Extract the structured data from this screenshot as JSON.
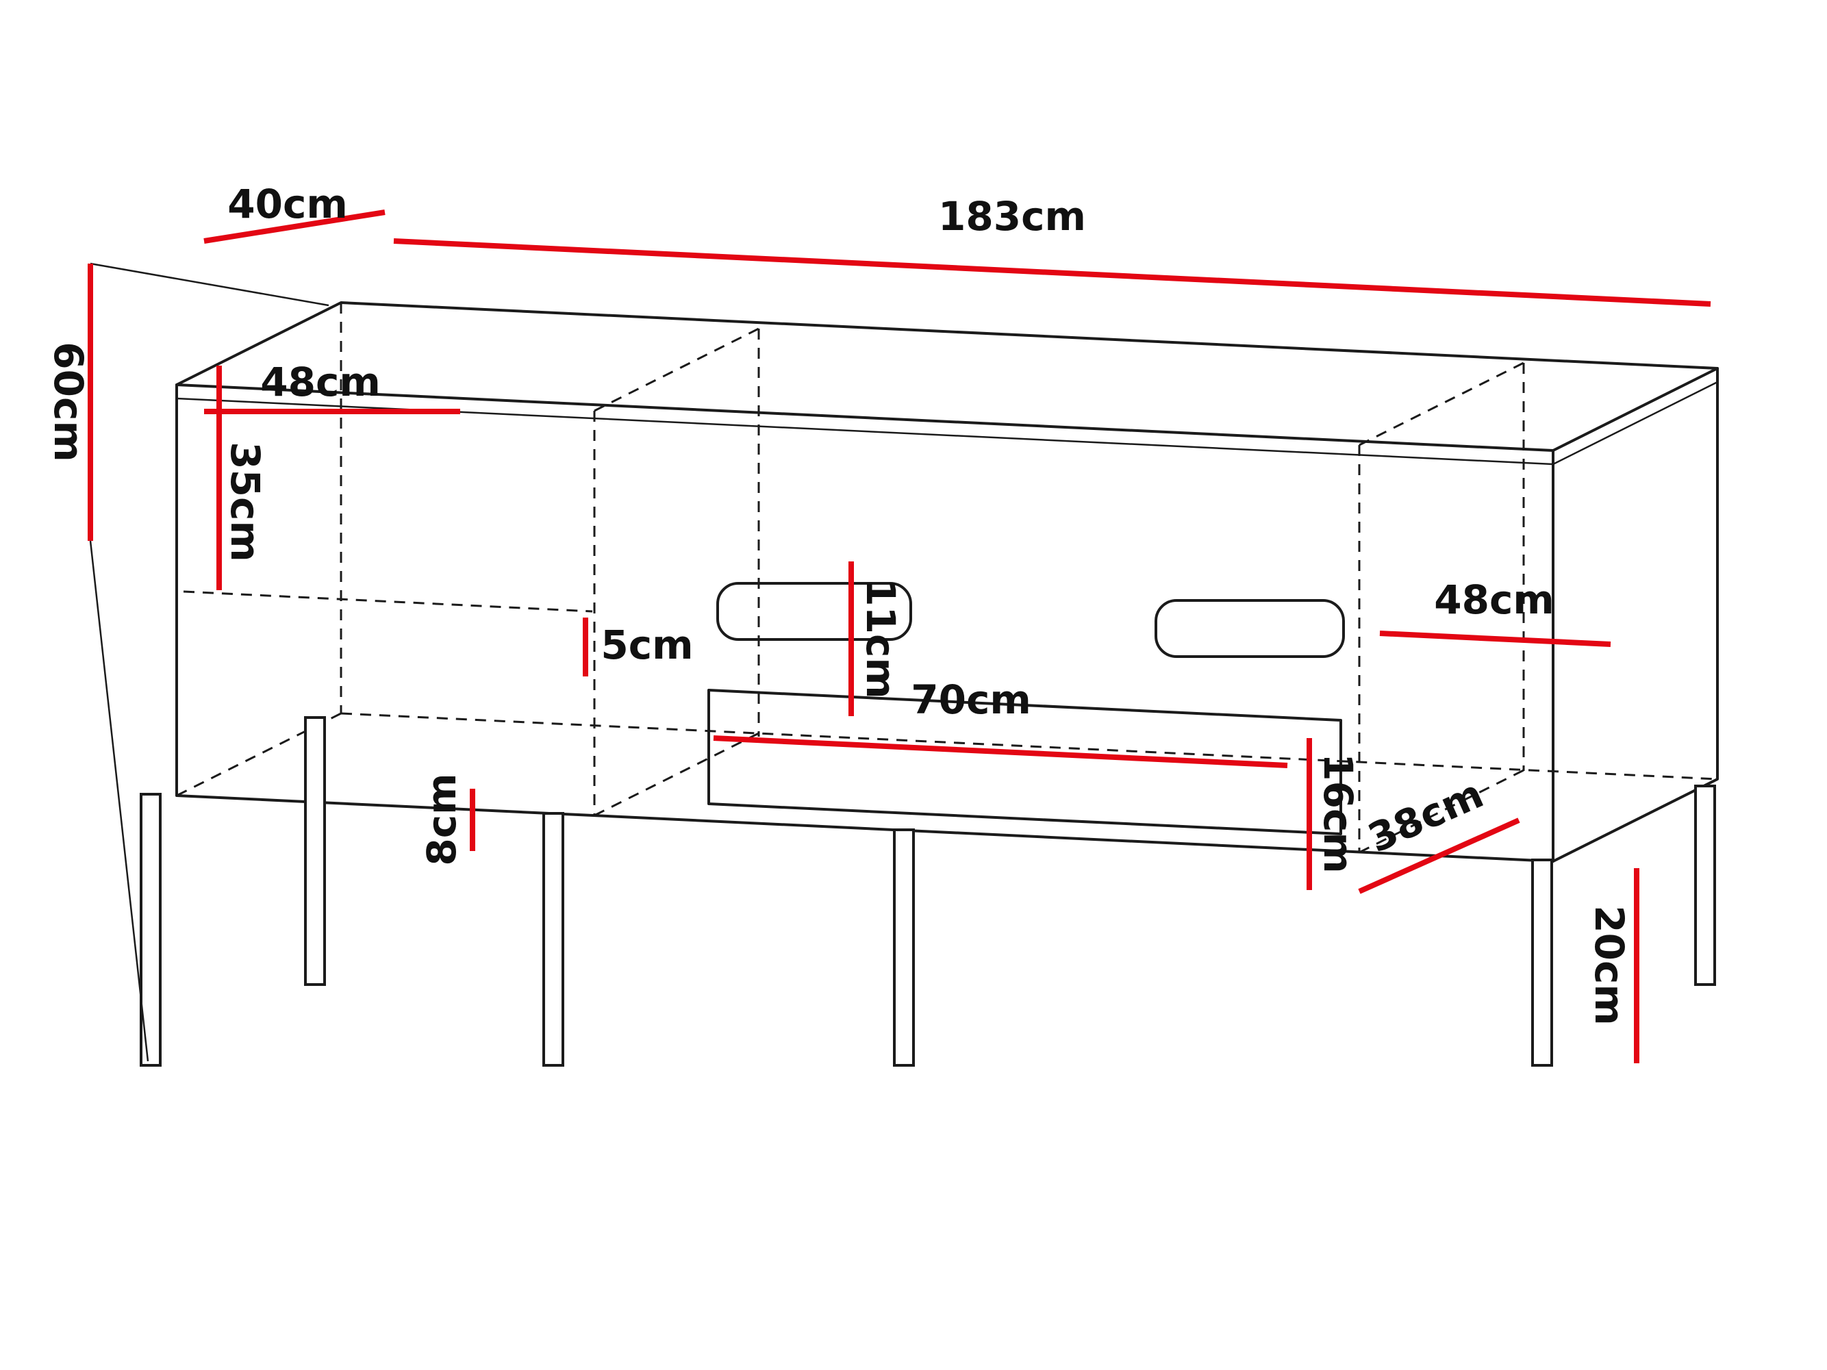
{
  "diagram": {
    "kind": "furniture-dimension-drawing",
    "unit": "cm",
    "colors": {
      "dimension_line": "#e30613",
      "outline": "#1b1b1b",
      "background": "#ffffff"
    },
    "dimensions": {
      "depth_top": {
        "label": "40cm",
        "value": 40
      },
      "width_total": {
        "label": "183cm",
        "value": 183
      },
      "height_total": {
        "label": "60cm",
        "value": 60
      },
      "left_door_width": {
        "label": "48cm",
        "value": 48
      },
      "left_interior_height": {
        "label": "35cm",
        "value": 35
      },
      "shelf_gap": {
        "label": "5cm",
        "value": 5
      },
      "top_niche_height": {
        "label": "11cm",
        "value": 11
      },
      "niche_width": {
        "label": "70cm",
        "value": 70
      },
      "niche_height": {
        "label": "16cm",
        "value": 16
      },
      "bottom_height": {
        "label": "8cm",
        "value": 8
      },
      "right_door_width": {
        "label": "48cm",
        "value": 48
      },
      "right_interior_depth": {
        "label": "38cm",
        "value": 38
      },
      "leg_height": {
        "label": "20cm",
        "value": 20
      }
    }
  }
}
